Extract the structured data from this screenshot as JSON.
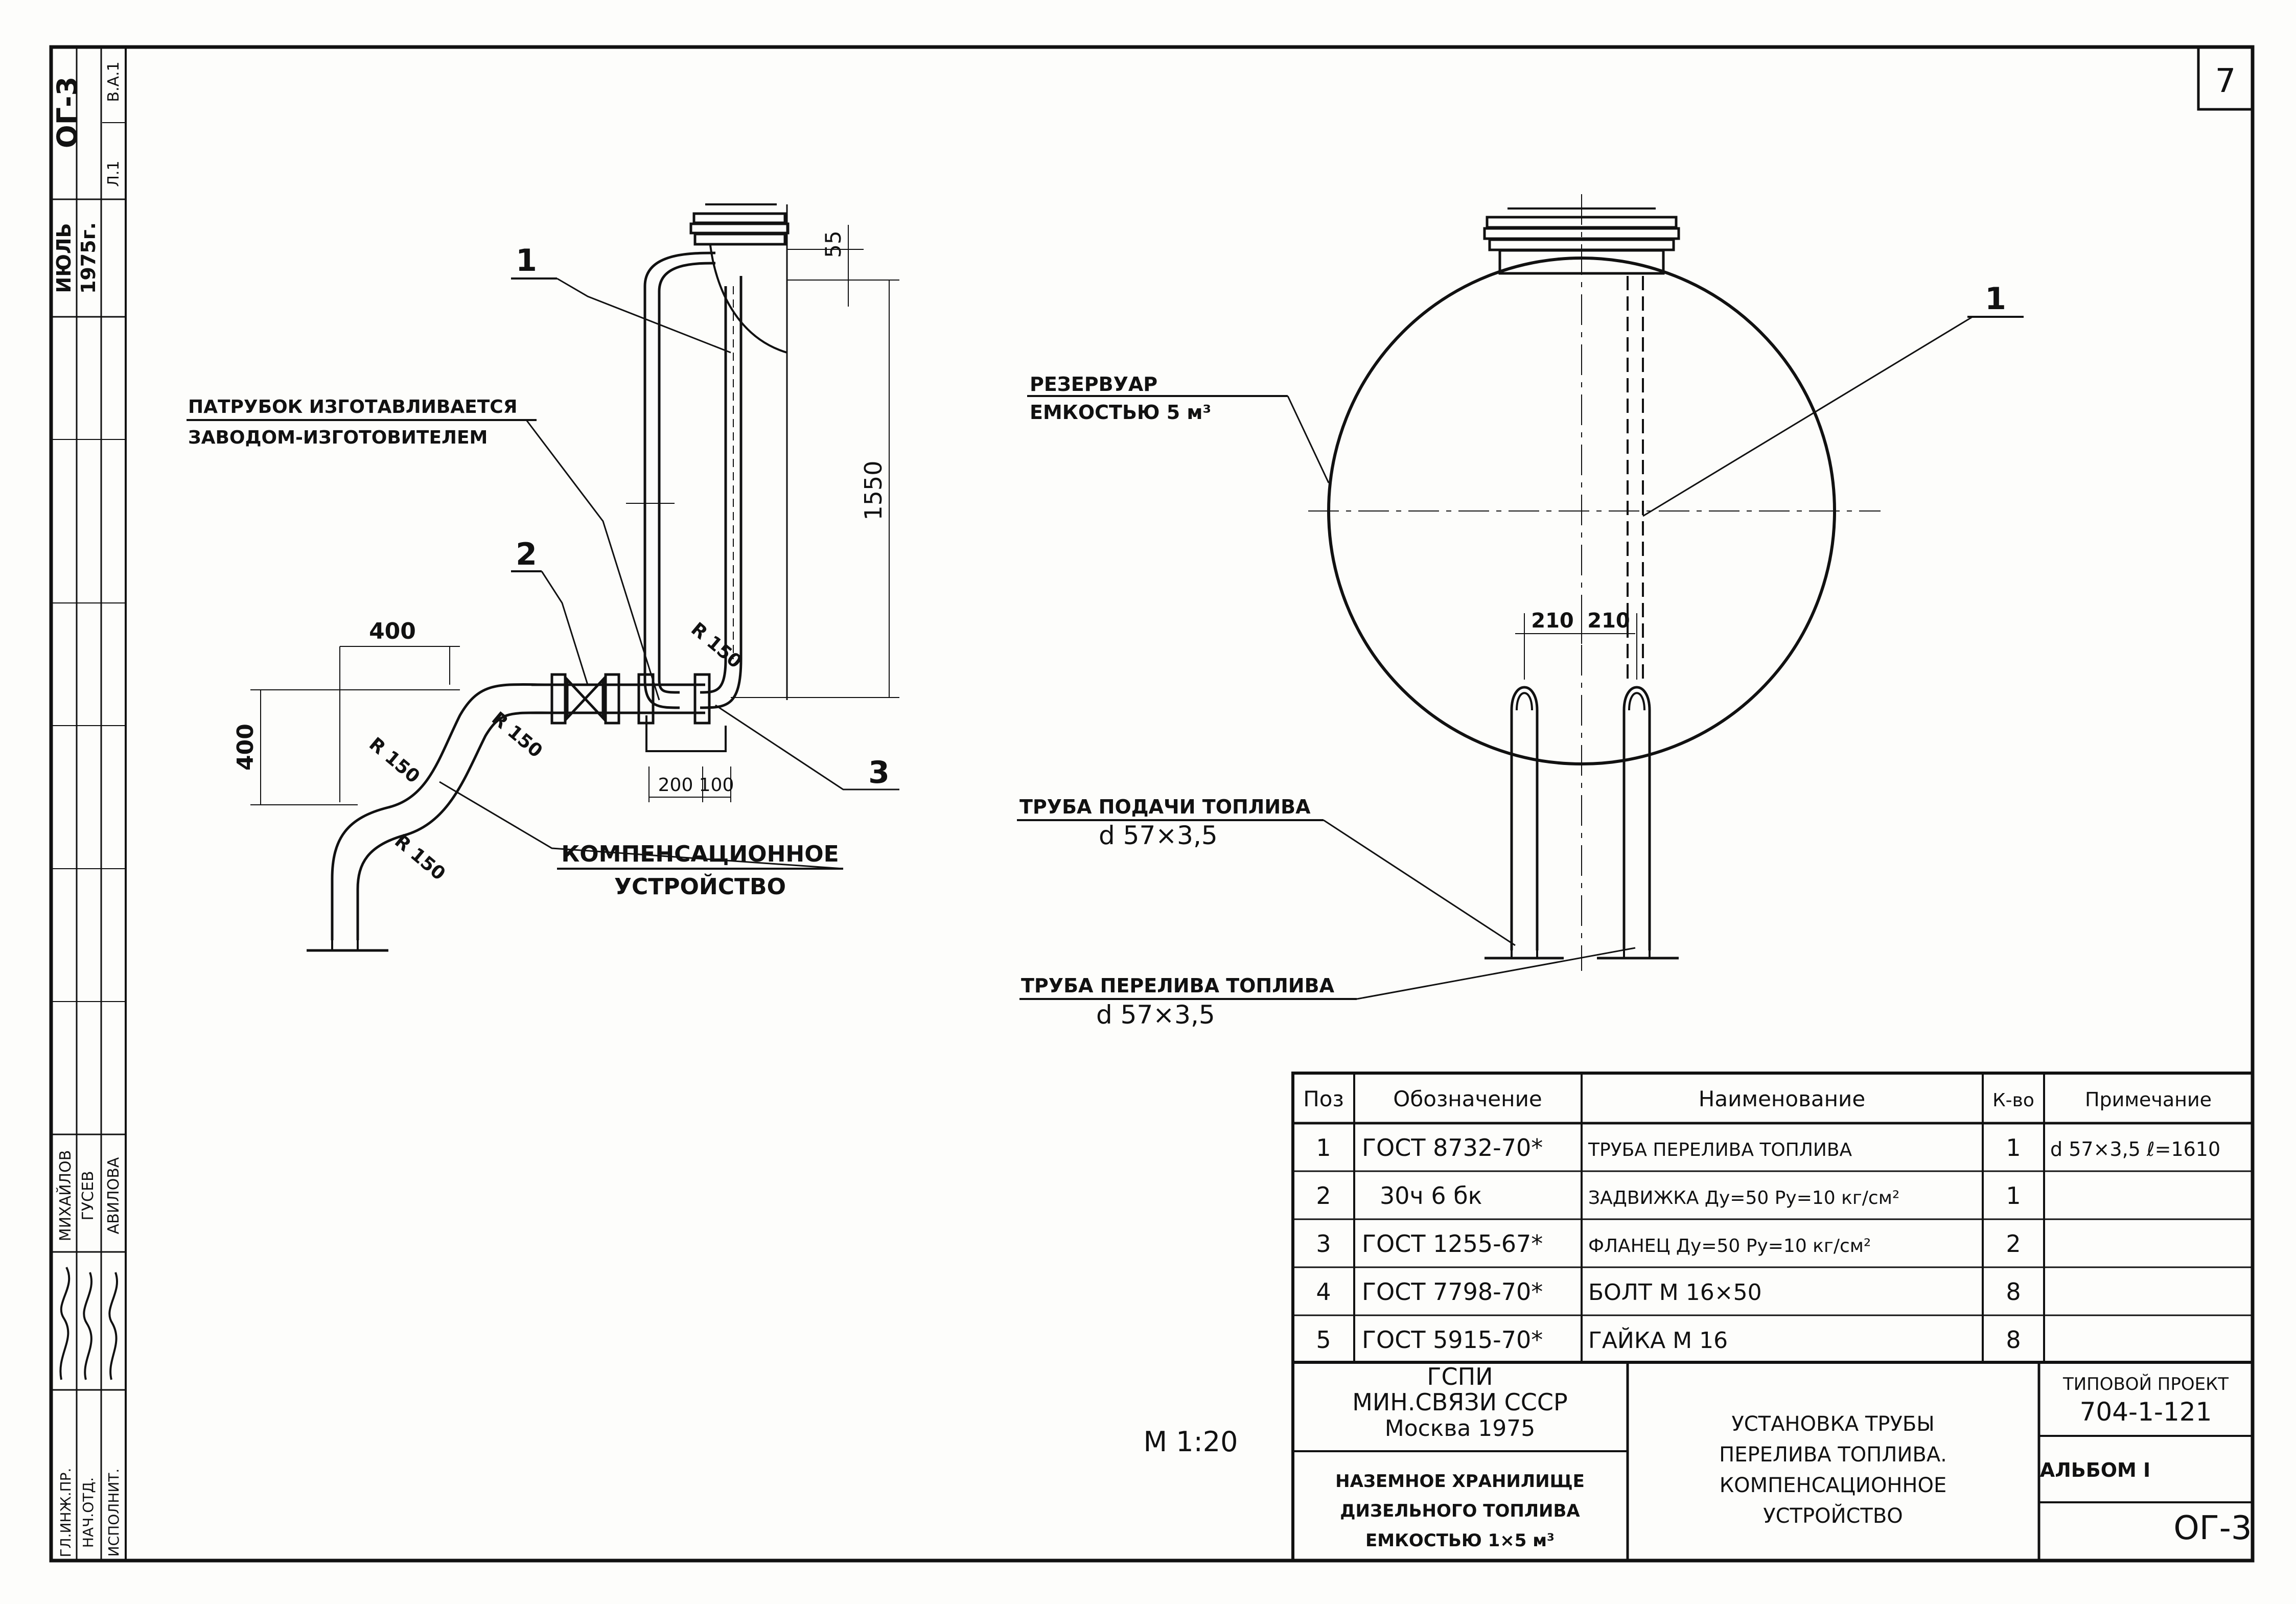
{
  "sheet_number": "7",
  "scale": "М 1:20",
  "side_stamp": {
    "code": "ОГ-3",
    "sheet": "Л.1",
    "volume": "В.А.1",
    "date_month": "ИЮЛЬ",
    "date_year": "1975г.",
    "roles": [
      "ГЛ.ИНЖ.ПР.",
      "НАЧ.ОТД.",
      "ИСПОЛНИТ."
    ],
    "names": [
      "МИХАЙЛОВ",
      "ГУСЕВ",
      "АВИЛОВА"
    ]
  },
  "left_view": {
    "callout_1": "1",
    "callout_2": "2",
    "callout_3": "3",
    "note_line1": "ПАТРУБОК ИЗГОТАВЛИВАЕТСЯ",
    "note_line2": "ЗАВОДОМ-ИЗГОТОВИТЕЛЕМ",
    "comp_line1": "КОМПЕНСАЦИОННОЕ",
    "comp_line2": "УСТРОЙСТВО",
    "dim_55": "55",
    "dim_1550": "1550",
    "dim_400_h": "400",
    "dim_400_v": "400",
    "dim_200": "200",
    "dim_100": "100",
    "r_top": "R 150",
    "r_a": "R 150",
    "r_b": "R 150",
    "r_c": "R 150"
  },
  "right_view": {
    "callout_1": "1",
    "tank_line1": "РЕЗЕРВУАР",
    "tank_line2": "ЕМКОСТЬЮ 5 м³",
    "dim_210_a": "210",
    "dim_210_b": "210",
    "feed_line1": "ТРУБА ПОДАЧИ ТОПЛИВА",
    "feed_line2": "d 57×3,5",
    "over_line1": "ТРУБА ПЕРЕЛИВА ТОПЛИВА",
    "over_line2": "d 57×3,5"
  },
  "spec_table": {
    "headers": [
      "Поз",
      "Обозначение",
      "Наименование",
      "К-во",
      "Примечание"
    ],
    "rows": [
      [
        "1",
        "ГОСТ 8732-70*",
        "ТРУБА ПЕРЕЛИВА ТОПЛИВА",
        "1",
        "d 57×3,5 ℓ=1610"
      ],
      [
        "2",
        "30ч 6 бк",
        "ЗАДВИЖКА Ду=50 Ру=10 кг/см²",
        "1",
        ""
      ],
      [
        "3",
        "ГОСТ 1255-67*",
        "ФЛАНЕЦ Ду=50 Ру=10 кг/см²",
        "2",
        ""
      ],
      [
        "4",
        "ГОСТ 7798-70*",
        "БОЛТ М 16×50",
        "8",
        ""
      ],
      [
        "5",
        "ГОСТ 5915-70*",
        "ГАЙКА М 16",
        "8",
        ""
      ]
    ]
  },
  "title_block": {
    "org_line1": "ГСПИ",
    "org_line2": "МИН.СВЯЗИ СССР",
    "org_line3": "Москва 1975",
    "object_line1": "НАЗЕМНОЕ ХРАНИЛИЩЕ",
    "object_line2": "ДИЗЕЛЬНОГО ТОПЛИВА",
    "object_line3": "ЕМКОСТЬЮ 1×5 м³",
    "title_line1": "УСТАНОВКА ТРУБЫ",
    "title_line2": "ПЕРЕЛИВА ТОПЛИВА.",
    "title_line3": "КОМПЕНСАЦИОННОЕ",
    "title_line4": "УСТРОЙСТВО",
    "project_label": "ТИПОВОЙ ПРОЕКТ",
    "project_number": "704-1-121",
    "album": "АЛЬБОМ I",
    "drawing_code": "ОГ-3"
  }
}
